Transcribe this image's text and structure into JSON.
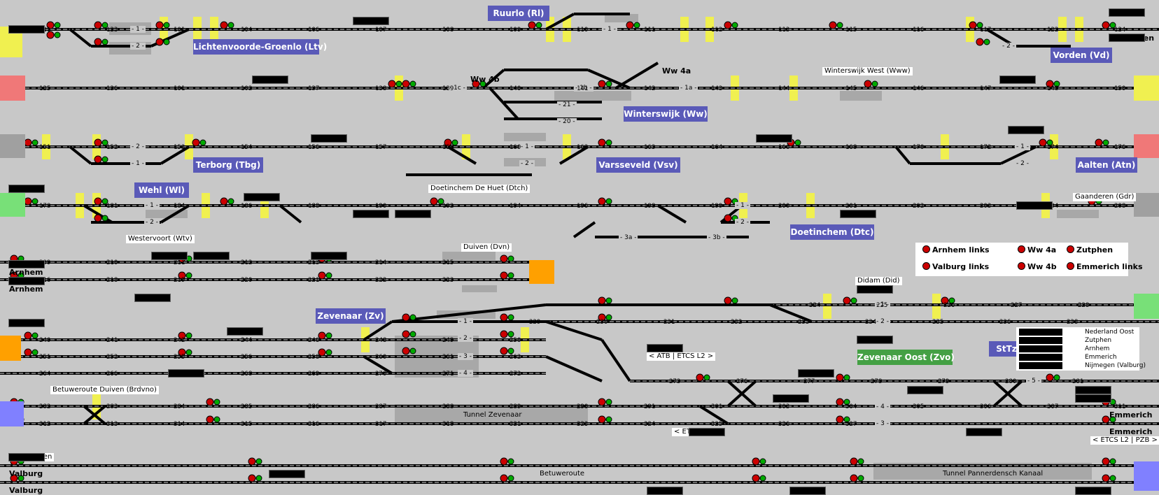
{
  "stations": [
    {
      "id": "ruurlo",
      "name": "Ruurlo (Rl)"
    },
    {
      "id": "lichtenvoorde",
      "name": "Lichtenvoorde-Groenlo (Ltv)"
    },
    {
      "id": "vorden",
      "name": "Vorden (Vd)"
    },
    {
      "id": "winterswijk",
      "name": "Winterswijk (Ww)"
    },
    {
      "id": "terborg",
      "name": "Terborg (Tbg)"
    },
    {
      "id": "varsseveld",
      "name": "Varsseveld (Vsv)"
    },
    {
      "id": "aalten",
      "name": "Aalten (Atn)"
    },
    {
      "id": "wehl",
      "name": "Wehl (Wl)"
    },
    {
      "id": "doetinchem",
      "name": "Doetinchem (Dtc)"
    },
    {
      "id": "zevenaar",
      "name": "Zevenaar (Zv)"
    },
    {
      "id": "zevenaar_oost",
      "name": "Zevenaar Oost (Zvo)"
    },
    {
      "id": "sttz",
      "name": "StTz"
    }
  ],
  "labels": [
    {
      "id": "zutphen",
      "text": "Zutphen",
      "style": "bold"
    },
    {
      "id": "ww4b",
      "text": "Ww 4b",
      "style": "bold"
    },
    {
      "id": "ww4a",
      "text": "Ww 4a",
      "style": "bold"
    },
    {
      "id": "ww_west",
      "text": "Winterswijk West (Www)",
      "style": "plain"
    },
    {
      "id": "dtch",
      "text": "Doetinchem De Huet (Dtch)",
      "style": "plain"
    },
    {
      "id": "gaanderen",
      "text": "Gaanderen (Gdr)",
      "style": "plain"
    },
    {
      "id": "westervoort",
      "text": "Westervoort (Wtv)",
      "style": "plain"
    },
    {
      "id": "duiven",
      "text": "Duiven (Dvn)",
      "style": "plain"
    },
    {
      "id": "arnhem1",
      "text": "Arnhem",
      "style": "bold"
    },
    {
      "id": "arnhem2",
      "text": "Arnhem",
      "style": "bold"
    },
    {
      "id": "didam",
      "text": "Didam (Did)",
      "style": "plain"
    },
    {
      "id": "atb",
      "text": "< ATB | ETCS L2 >",
      "style": "plain"
    },
    {
      "id": "brdvno",
      "text": "Betuweroute Duiven (Brdvno)",
      "style": "plain"
    },
    {
      "id": "tunnel_zv",
      "text": "Tunnel Zevenaar",
      "style": "plain"
    },
    {
      "id": "etcs",
      "text": "< ETCS L2 >",
      "style": "plain"
    },
    {
      "id": "emmerich1",
      "text": "Emmerich",
      "style": "bold"
    },
    {
      "id": "emmerich2",
      "text": "Emmerich",
      "style": "bold"
    },
    {
      "id": "pzb",
      "text": "< ETCS L2 | PZB >",
      "style": "plain"
    },
    {
      "id": "nijmegen",
      "text": "< Nijmegen",
      "style": "plain"
    },
    {
      "id": "valburg1",
      "text": "Valburg",
      "style": "bold"
    },
    {
      "id": "valburg2",
      "text": "Valburg",
      "style": "bold"
    },
    {
      "id": "betuweroute",
      "text": "Betuweroute",
      "style": "plain"
    },
    {
      "id": "tunnel_pk",
      "text": "Tunnel Pannerdensch Kanaal",
      "style": "plain"
    }
  ],
  "track_tags": [
    "- 1 -",
    "- 2 -",
    "- 2 -",
    "- 1 -",
    "- 1c -",
    "- 1b -",
    "- 1a -",
    "- 21 -",
    "- 20 -",
    "- 2 -",
    "- 1 -",
    "- 1 -",
    "- 2 -",
    "- 1 -",
    "- 2 -",
    "- 1 -",
    "- 2 -",
    "- 1 -",
    "- 2 -",
    "- 3a -",
    "- 3b -",
    "- 1 -",
    "- 2 -",
    "- 1 -",
    "- 2 -",
    "- 3 -",
    "- 4 -",
    "- 5 -",
    "- 4 -",
    "- 3 -"
  ],
  "signal_numbers": [
    "121",
    "123",
    "101",
    "104",
    "106",
    "107",
    "108",
    "109",
    "110",
    "111",
    "112",
    "113",
    "115",
    "116",
    "117",
    "122",
    "124",
    "125",
    "126",
    "101",
    "102",
    "137",
    "138",
    "139",
    "140",
    "141",
    "142",
    "143",
    "144",
    "145",
    "146",
    "147",
    "148",
    "150",
    "151",
    "152",
    "153",
    "154",
    "156",
    "157",
    "158",
    "160",
    "162",
    "163",
    "164",
    "166",
    "168",
    "170",
    "172",
    "174",
    "176",
    "178",
    "181",
    "184",
    "186",
    "188",
    "190",
    "192",
    "194",
    "196",
    "198",
    "199",
    "200",
    "201",
    "202",
    "203",
    "204",
    "208",
    "209",
    "210",
    "211",
    "212",
    "213",
    "214",
    "215",
    "216",
    "218",
    "219",
    "220",
    "221",
    "222",
    "223",
    "224",
    "225",
    "226",
    "227",
    "228",
    "229",
    "230",
    "231",
    "232",
    "233",
    "234",
    "235",
    "236",
    "238",
    "240",
    "241",
    "242",
    "244",
    "246",
    "248",
    "249",
    "250",
    "251",
    "252",
    "255",
    "256",
    "258",
    "260",
    "261",
    "262",
    "264",
    "266",
    "267",
    "268",
    "269",
    "270",
    "271",
    "272",
    "273",
    "276",
    "277",
    "278",
    "279",
    "280",
    "281",
    "282",
    "283",
    "284",
    "285",
    "286",
    "287",
    "288",
    "289",
    "290",
    "291",
    "301",
    "303",
    "304",
    "305",
    "306",
    "307",
    "311",
    "312",
    "313",
    "314",
    "315",
    "316",
    "317",
    "318",
    "321",
    "323",
    "324",
    "325",
    "326",
    "327"
  ],
  "legend": [
    {
      "label": "Arnhem links"
    },
    {
      "label": "Ww 4a"
    },
    {
      "label": "Zutphen"
    },
    {
      "label": "Valburg links"
    },
    {
      "label": "Ww 4b"
    },
    {
      "label": "Emmerich links"
    }
  ],
  "panel": [
    "Nederland Oost",
    "Zutphen",
    "Arnhem",
    "Emmerich",
    "Nijmegen (Valburg)"
  ],
  "colors": {
    "bg": "#c8c8c8",
    "station": "#5a5ab8",
    "station_alt": "#44a044",
    "occupied": "#ffff00",
    "edge_red": "#f07878",
    "edge_green": "#78e078",
    "edge_orange": "#ffa000",
    "edge_blue": "#8080ff",
    "edge_gray": "#a0a0a0",
    "signal_red": "#cc0000",
    "signal_green": "#00aa00"
  }
}
